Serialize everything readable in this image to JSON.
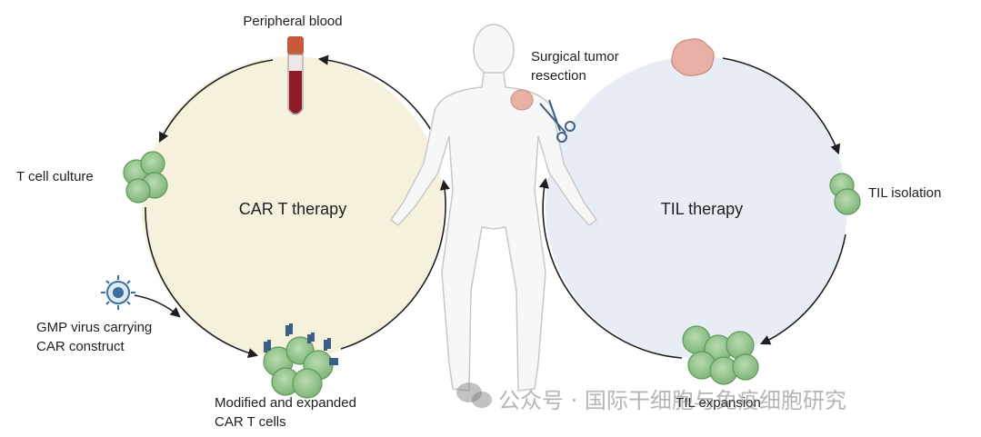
{
  "car": {
    "title": "CAR T therapy",
    "peripheral_blood": "Peripheral blood",
    "t_cell_culture": "T cell culture",
    "gmp_line1": "GMP virus carrying",
    "gmp_line2": "CAR construct",
    "modified_line1": "Modified and expanded",
    "modified_line2": "CAR T cells"
  },
  "til": {
    "title": "TIL therapy",
    "resection_line1": "Surgical tumor",
    "resection_line2": "resection",
    "isolation": "TIL isolation",
    "expansion": "TIL expansion"
  },
  "watermark": {
    "text": "公众号 · 国际干细胞与免疫细胞研究",
    "icon": "wechat-icon"
  },
  "colors": {
    "car_fill": "#f6f1dc",
    "til_fill": "#e8edf5",
    "cell_green": "#8fbf88",
    "cell_dark": "#5e9a5a",
    "tumor": "#e9b0a6",
    "blood": "#8e1c26",
    "tube_cap": "#c65a3a",
    "virus": "#3c6fa0"
  }
}
